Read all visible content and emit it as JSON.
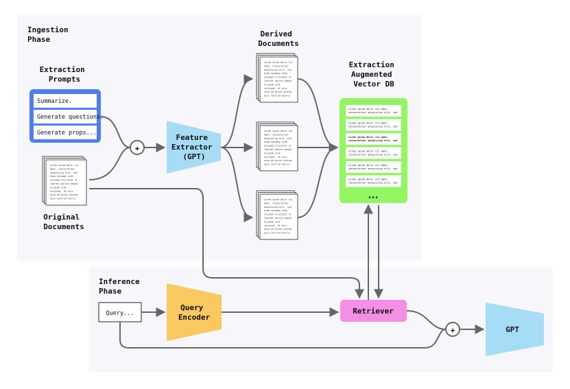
{
  "ingestion": {
    "title_line1": "Ingestion",
    "title_line2": "Phase",
    "extraction_prompts": {
      "title_line1": "Extraction",
      "title_line2": "Prompts",
      "items": [
        "Summarize.",
        "Generate questions.",
        "Generate props..."
      ]
    },
    "original_documents": {
      "label_line1": "Original",
      "label_line2": "Documents"
    },
    "feature_extractor": {
      "line1": "Feature",
      "line2": "Extractor",
      "line3": "(GPT)"
    },
    "derived_documents": {
      "label_line1": "Derived",
      "label_line2": "Documents"
    },
    "vector_db": {
      "title_line1": "Extraction",
      "title_line2": "Augmented",
      "title_line3": "Vector DB",
      "row_line1": "Lorem ipsum dolor sit amet,",
      "row_line2": "consectetuer adipiscing elit, sed",
      "ellipsis": "•••"
    },
    "doc_lines": [
      "Lorem ipsum dolor sit",
      "amet, consectetuer",
      "adipiscing elit, sed",
      "diam nonummy nibh",
      "euismod tincidunt ut",
      "laoreet dolore magna",
      "aliquam erat",
      "volutpat. Ut wisi",
      "enim ad minim veniam,",
      "quis nostrud exerci"
    ],
    "plus_symbol": "+"
  },
  "inference": {
    "title_line1": "Inference",
    "title_line2": "Phase",
    "query": "Query...",
    "query_encoder": {
      "line1": "Query",
      "line2": "Encoder"
    },
    "retriever": "Retriever",
    "gpt": "GPT",
    "plus_symbol": "+"
  },
  "colors": {
    "prompts_blue": "#4f7df5",
    "extractor_cyan": "#a6dcf5",
    "db_green": "#93f562",
    "encoder_orange": "#f9c95f",
    "retriever_pink": "#f58ee5",
    "gpt_cyan": "#a6dcf5",
    "phase_bg": "#f6f6fb"
  }
}
